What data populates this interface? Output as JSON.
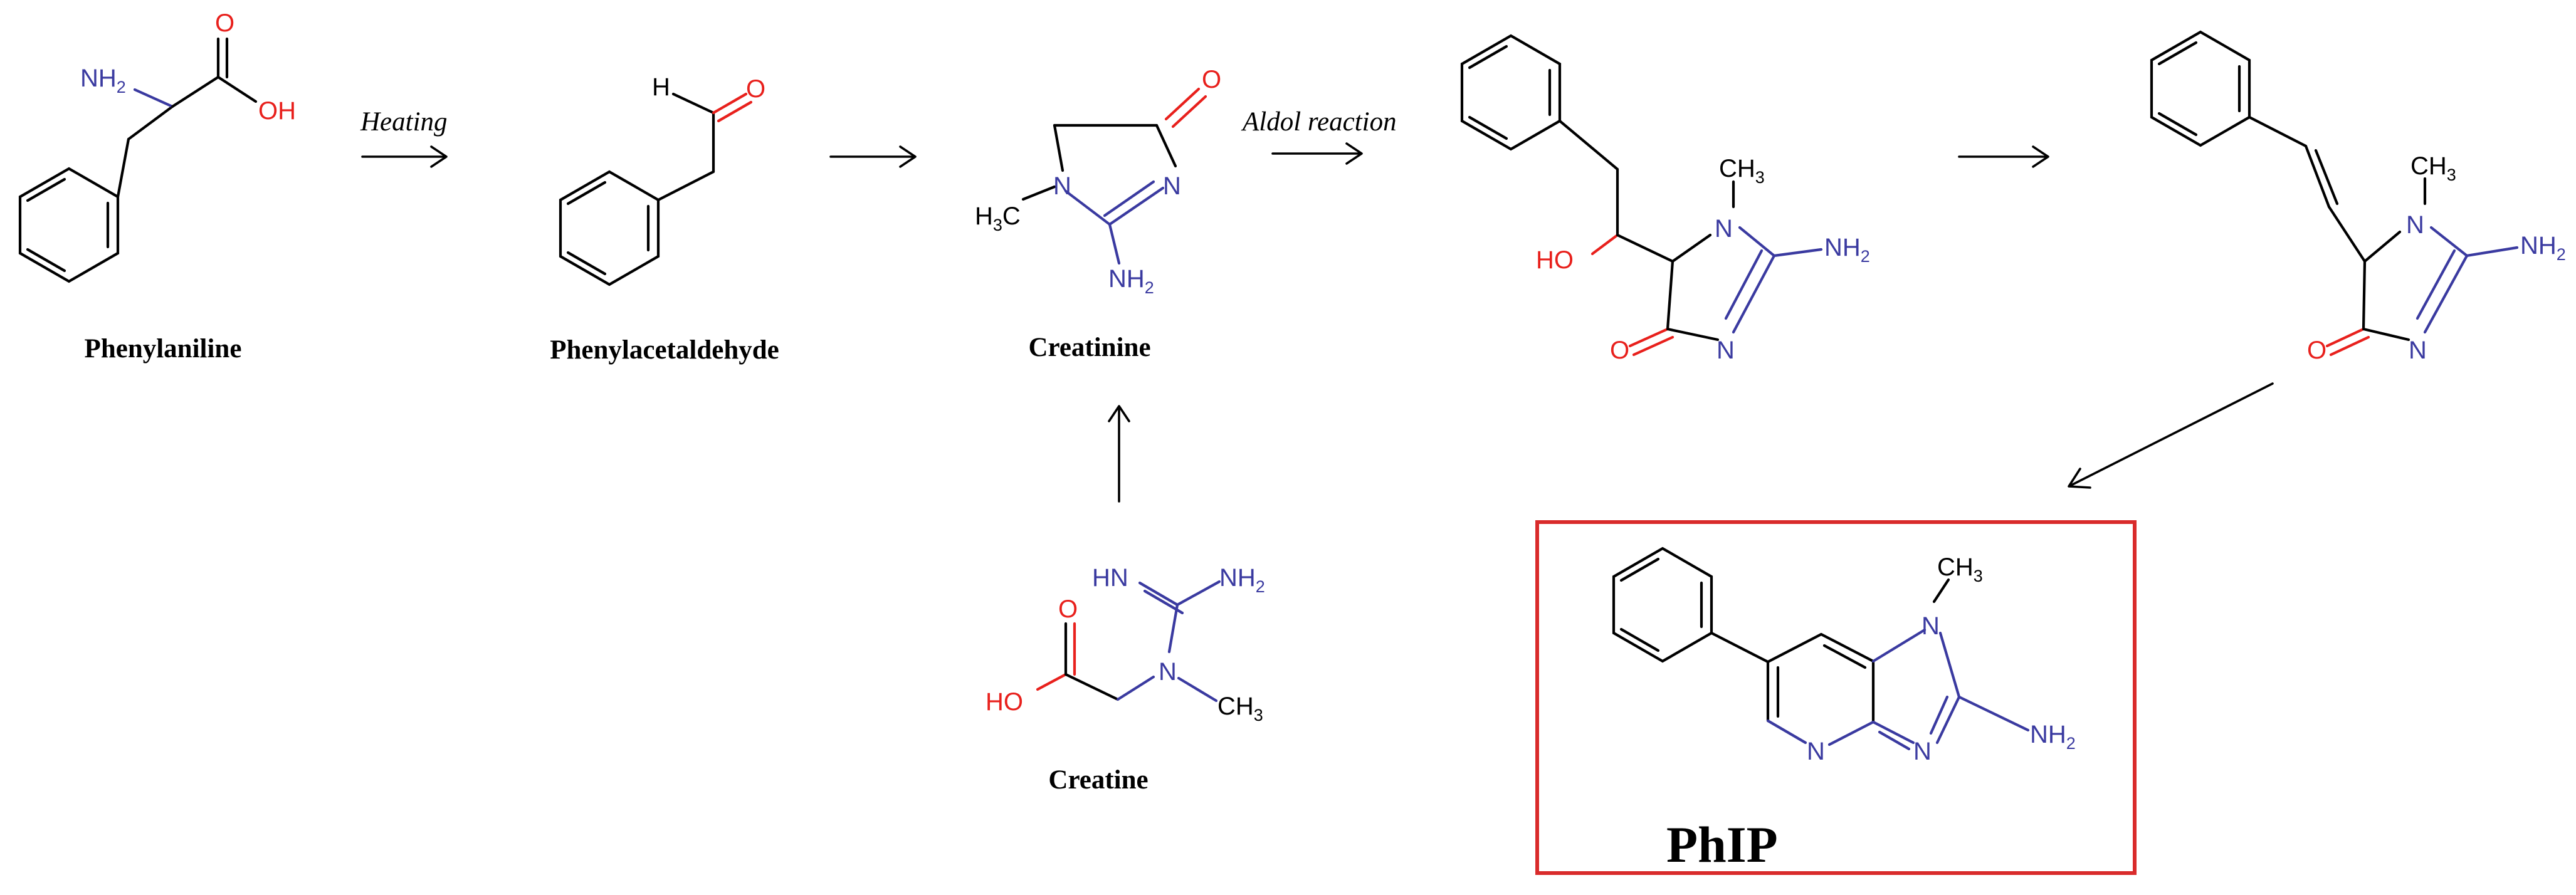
{
  "diagram": {
    "compounds": {
      "phenylalanine": "Phenylaniline",
      "phenylacetaldehyde": "Phenylacetaldehyde",
      "creatinine": "Creatinine",
      "creatine": "Creatine",
      "product": "PhIP"
    },
    "conditions": {
      "step1": "Heating",
      "step3": "Aldol reaction"
    },
    "highlight_color": "#d92b2b",
    "atom_colors": {
      "oxygen": "#e8201c",
      "nitrogen": "#3a3aa0",
      "carbon": "#000000"
    },
    "atoms": {
      "nh2": "NH",
      "two": "2",
      "oh": "OH",
      "ho": "HO",
      "o": "O",
      "h": "H",
      "n": "N",
      "ch3": "CH",
      "h3c_h": "H",
      "h3c_3": "3",
      "c3": "3",
      "c_suffix": "C",
      "hn": "HN"
    }
  }
}
